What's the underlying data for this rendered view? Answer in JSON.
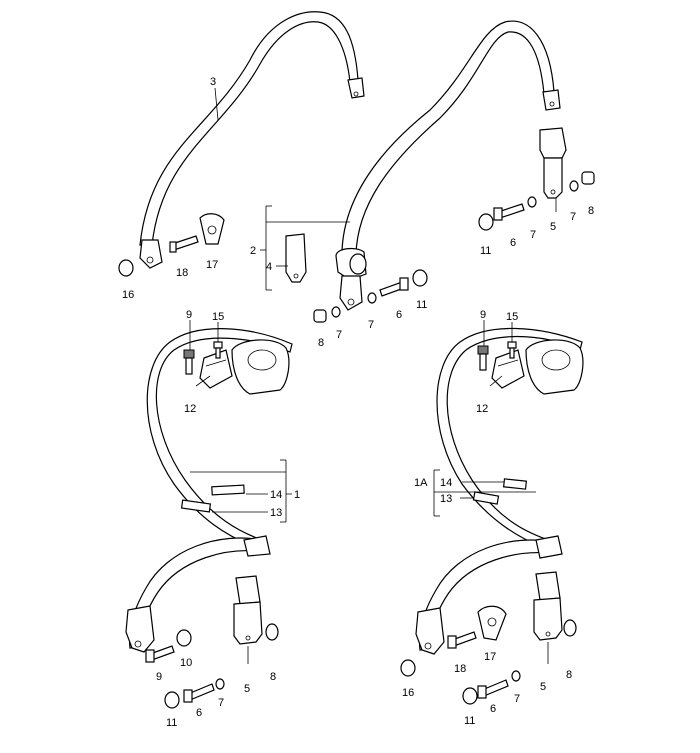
{
  "callouts": {
    "c1": "1",
    "c1A": "1A",
    "c2": "2",
    "c3": "3",
    "c4": "4",
    "c5a": "5",
    "c5b": "5",
    "c5c": "5",
    "c6a": "6",
    "c6b": "6",
    "c6c": "6",
    "c6d": "6",
    "c7a": "7",
    "c7b": "7",
    "c7c": "7",
    "c7d": "7",
    "c7e": "7",
    "c7f": "7",
    "c8a": "8",
    "c8b": "8",
    "c8c": "8",
    "c8d": "8",
    "c9a": "9",
    "c9b": "9",
    "c9c": "9",
    "c10": "10",
    "c11a": "11",
    "c11b": "11",
    "c11c": "11",
    "c11d": "11",
    "c12a": "12",
    "c12b": "12",
    "c13a": "13",
    "c13b": "13",
    "c14a": "14",
    "c14b": "14",
    "c15a": "15",
    "c15b": "15",
    "c16a": "16",
    "c16b": "16",
    "c17a": "17",
    "c17b": "17",
    "c18a": "18",
    "c18b": "18"
  }
}
